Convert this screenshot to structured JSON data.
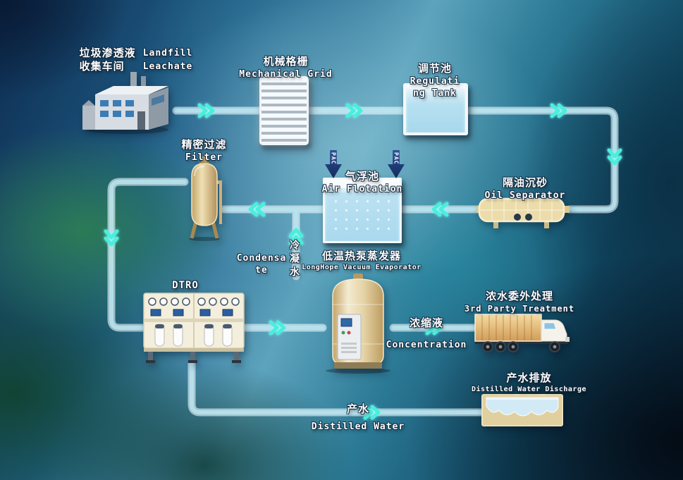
{
  "nodes": {
    "landfill": {
      "zh": "垃圾渗透液\n收集车间",
      "en": "Landfill\nLeachate"
    },
    "mechanical_grid": {
      "zh": "机械格栅",
      "en": "Mechanical Grid"
    },
    "regulating_tank": {
      "zh": "调节池",
      "en": "Regulating Tank"
    },
    "oil_separator": {
      "zh": "隔油沉砂",
      "en": "Oil Separator"
    },
    "air_flotation": {
      "zh": "气浮池",
      "en": "Air Flotation"
    },
    "pac": {
      "label": "PAC"
    },
    "filter": {
      "zh": "精密过滤",
      "en": "Filter"
    },
    "condensate": {
      "zh": "冷凝水",
      "en": "Condensate"
    },
    "evaporator": {
      "zh": "低温热泵蒸发器",
      "en": "LongHope Vacuum Evaporator"
    },
    "dtro": {
      "label": "DTRO"
    },
    "concentration": {
      "zh": "浓缩液",
      "en": "Concentration"
    },
    "third_party": {
      "zh": "浓水委外处理",
      "en": "3rd Party Treatment"
    },
    "discharge": {
      "zh": "产水排放",
      "en": "Distilled Water Discharge"
    },
    "product_water": {
      "zh": "产水",
      "en": "Distilled Water"
    }
  },
  "colors": {
    "pipe_fill": "#b7e4f0",
    "pipe_outline": "#eef9fc",
    "flow_arrow": "#4aeede",
    "pac_arrow": "#1d3d77",
    "tank_water": "#a8d8ec",
    "vessel_tan": "#e8d8ae"
  }
}
